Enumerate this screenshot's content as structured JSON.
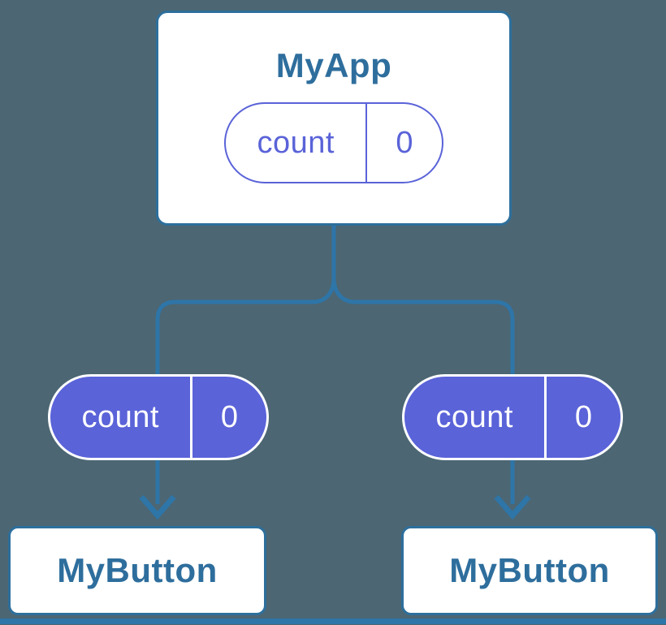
{
  "colors": {
    "background": "#4C6673",
    "connector_blue": "#2E75A8",
    "card_border_blue": "#2D6F9C",
    "title_blue": "#2E6E9D",
    "pill_purple": "#5A63D8",
    "white": "#FFFFFF"
  },
  "diagram": {
    "root": {
      "title": "MyApp",
      "state_pill": {
        "label": "count",
        "value": "0"
      }
    },
    "children": [
      {
        "title": "MyButton",
        "prop_pill": {
          "label": "count",
          "value": "0"
        }
      },
      {
        "title": "MyButton",
        "prop_pill": {
          "label": "count",
          "value": "0"
        }
      }
    ]
  }
}
